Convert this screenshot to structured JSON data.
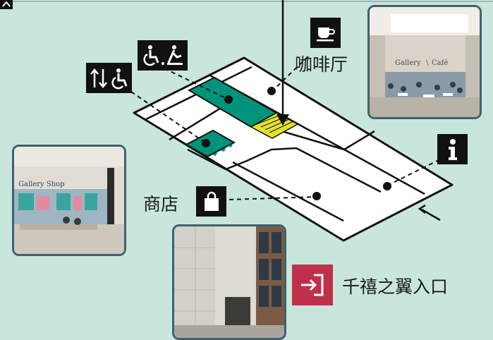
{
  "labels": {
    "cafe": "咖啡厅",
    "shop": "商店",
    "entrance": "千禧之翼入口"
  },
  "photos": {
    "cafe_sign": "Gallery",
    "cafe_sign_2": "Café",
    "shop_sign": "Gallery Shop"
  },
  "icons": {
    "cafe": "coffee-cup-icon",
    "lift": "lift-accessible-icon",
    "accessible_toilet": "accessible-baby-change-icon",
    "info": "information-icon",
    "shop": "shopping-bag-icon",
    "entrance": "entrance-arrow-icon"
  },
  "colors": {
    "background": "#c9e6dc",
    "teal": "#00937b",
    "stripe": "#e4e32f",
    "entrance": "#c0304b",
    "photo_border": "#3d6172"
  }
}
